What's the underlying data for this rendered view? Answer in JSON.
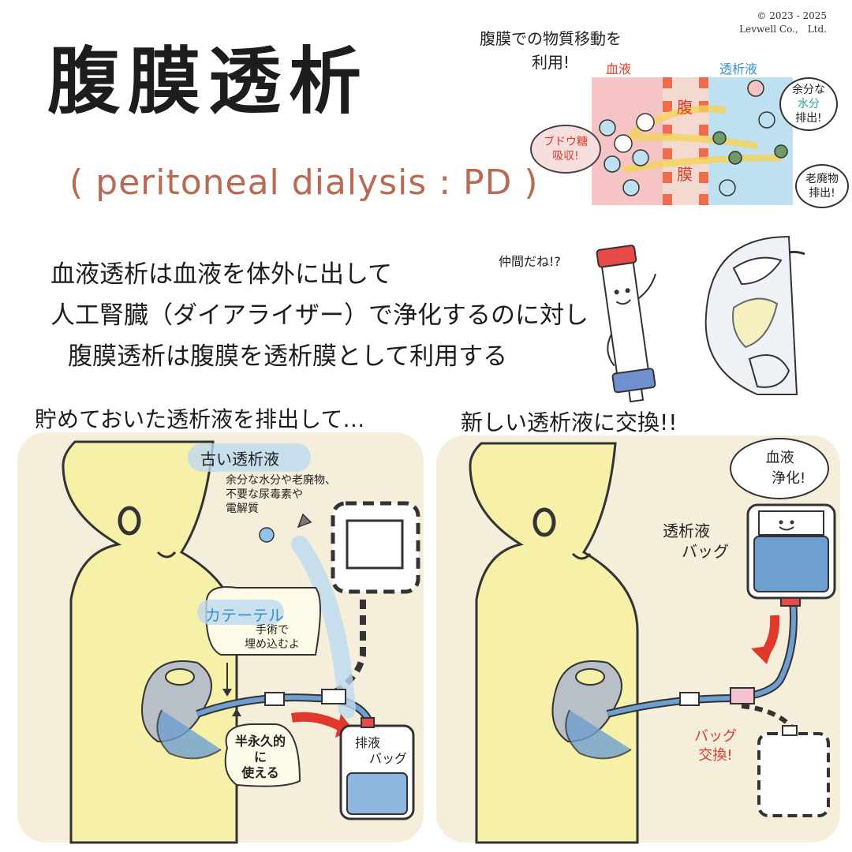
{
  "header": {
    "title": "腹膜透析",
    "subtitle": "( peritoneal dialysis : PD )",
    "copyright_line1": "© 2023 - 2025",
    "copyright_line2": "Levwell Co.,　Ltd."
  },
  "membrane_diagram": {
    "note_line1": "腹膜での物質移動を",
    "note_line2": "利用!",
    "blood_label": "血液",
    "dialysate_label": "透析液",
    "membrane_char1": "腹",
    "membrane_char2": "膜",
    "glucose_bubble": "ブドウ糖 吸収!",
    "water_bubble_line1": "余分な",
    "water_bubble_line2": "水分",
    "water_bubble_line3": "排出!",
    "waste_bubble_line1": "老廃物",
    "waste_bubble_line2": "排出!"
  },
  "description": {
    "line1": "血液透析は血液を体外に出して",
    "line2": "人工腎臓（ダイアライザー）で浄化するのに対し",
    "line3": "腹膜透析は腹膜を透析膜として利用する"
  },
  "dialyzer_illustration": {
    "speech": "仲間だね!?"
  },
  "panel_left": {
    "caption": "貯めておいた透析液を排出して…",
    "old_fluid_title": "古い透析液",
    "old_fluid_line1": "余分な水分や老廃物、",
    "old_fluid_line2": "不要な尿毒素や",
    "old_fluid_line3": "電解質",
    "catheter_title": "カテーテル",
    "catheter_line1": "手術で",
    "catheter_line2": "埋め込むよ",
    "permanent_line1": "半永久的",
    "permanent_line2": "に",
    "permanent_line3": "使える",
    "drain_bag_line1": "排液",
    "drain_bag_line2": "バッグ"
  },
  "panel_right": {
    "caption": "新しい透析液に交換!!",
    "purify_line1": "血液",
    "purify_line2": "浄化!",
    "bag_label_line1": "透析液",
    "bag_label_line2": "バッグ",
    "exchange_line1": "バッグ",
    "exchange_line2": "交換!"
  },
  "colors": {
    "panel_bg": "#f5eedb",
    "skin": "#f7f0a8",
    "blood_pink": "#f6c4c4",
    "dialysate_blue": "#bfe0f0",
    "membrane_red": "#ef6b4c",
    "tube_blue": "#6f9fd0",
    "arrow_red": "#e0392b",
    "subtitle_brown": "#b96a52"
  }
}
